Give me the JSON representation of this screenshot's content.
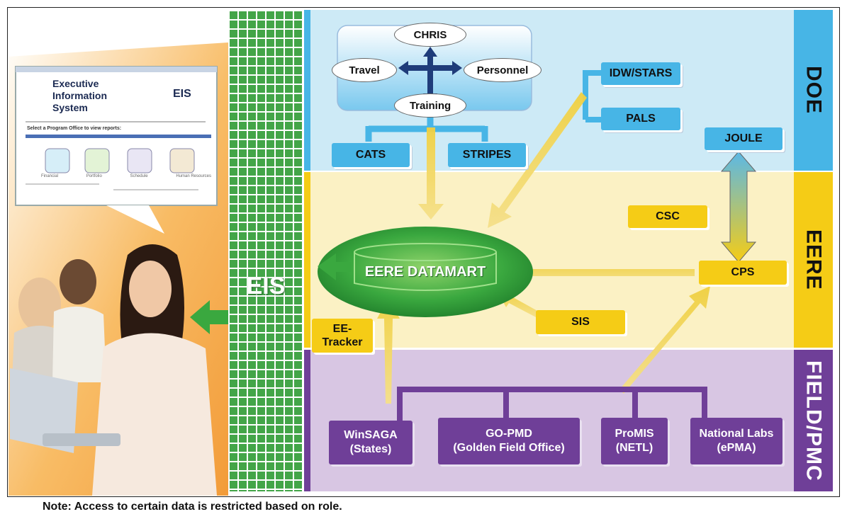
{
  "screen_mockup": {
    "title": "Executive Information System",
    "logo": "EIS",
    "instruction": "Select a Program Office to view reports:",
    "icons": [
      "Financial",
      "Portfolio",
      "Schedule",
      "Human Resources"
    ]
  },
  "eis_label": "EIS",
  "zones": {
    "doe": "DOE",
    "eere": "EERE",
    "field": "FIELD/PMC"
  },
  "doe": {
    "hub": {
      "top": "CHRIS",
      "left": "Travel",
      "right": "Personnel",
      "bottom": "Training"
    },
    "boxes": {
      "cats": "CATS",
      "stripes": "STRIPES",
      "idw": "IDW/STARS",
      "pals": "PALS",
      "joule": "JOULE"
    }
  },
  "eere": {
    "datamart": "EERE DATAMART",
    "csc": "CSC",
    "cps": "CPS",
    "sis": "SIS",
    "tracker_line1": "EE-",
    "tracker_line2": "Tracker"
  },
  "field": {
    "winsaga_1": "WinSAGA",
    "winsaga_2": "(States)",
    "gopmd_1": "GO-PMD",
    "gopmd_2": "(Golden Field Office)",
    "promis_1": "ProMIS",
    "promis_2": "(NETL)",
    "labs_1": "National Labs",
    "labs_2": "(ePMA)"
  },
  "note": "Note:  Access to certain data is restricted based on role.",
  "colors": {
    "grid_green": "#43a548",
    "doe_blue": "#47b5e6",
    "eere_yellow": "#f5cc16",
    "field_purple": "#6f3f98",
    "datamart_green": "#3aa83f"
  }
}
